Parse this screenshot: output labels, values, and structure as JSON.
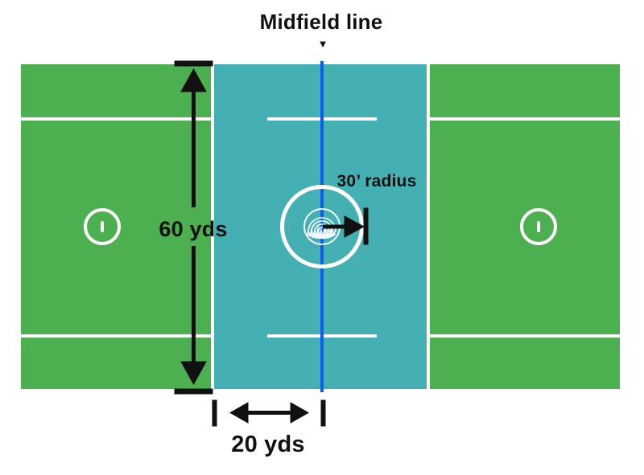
{
  "diagram": {
    "title": "Midfield line",
    "pointer_glyph": "▼"
  },
  "labels": {
    "field_width": "60 yds",
    "midfield_half_width": "20 yds",
    "center_circle_radius": "30’ radius"
  },
  "field": {
    "sections": [
      {
        "name": "left attack area",
        "color": "#4caf50"
      },
      {
        "name": "midfield area",
        "color": "#45b0b3"
      },
      {
        "name": "right attack area",
        "color": "#4caf50"
      }
    ],
    "features": [
      "midfield line",
      "center circle",
      "center face-off emblem",
      "two goal circles",
      "restraining lines"
    ]
  },
  "colors": {
    "background": "#ffffff",
    "field_green": "#4caf50",
    "midfield_teal": "#45b0b3",
    "midfield_line_blue": "#0d5ef0",
    "field_lines_white": "#ffffff",
    "annotation_black": "#111111"
  }
}
